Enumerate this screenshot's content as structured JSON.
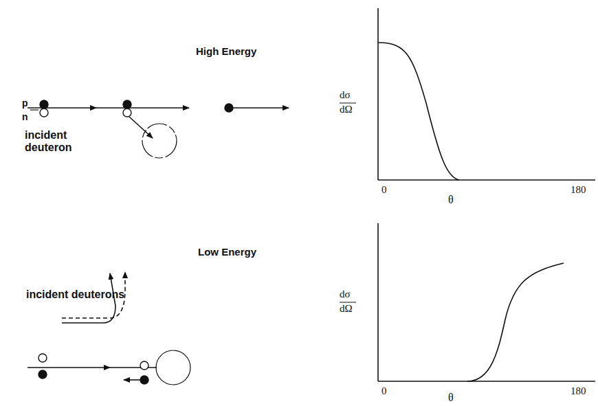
{
  "diagram": {
    "labels": [
      "High Energy",
      "p",
      "n",
      "incident deuteron",
      "dσ",
      "dΩ",
      "0",
      "θ",
      "180",
      "Low Energy",
      "incident deuterons",
      "dσ",
      "dΩ",
      "0",
      "θ",
      "180"
    ]
  }
}
